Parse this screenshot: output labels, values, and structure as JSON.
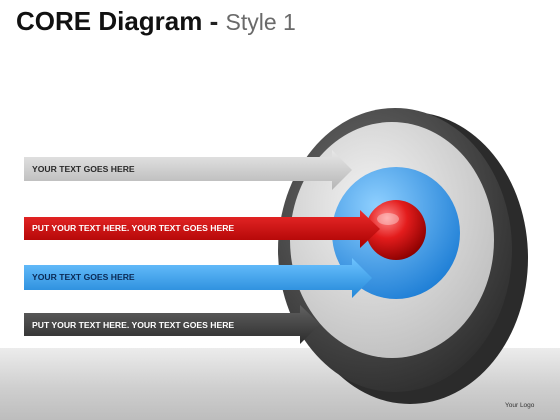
{
  "title": {
    "main": "CORE Diagram",
    "separator": "-",
    "subtitle": "Style 1"
  },
  "arrows": [
    {
      "label": "YOUR TEXT GOES HERE",
      "color": "#c8c8c8",
      "text_color": "#2a2a2a"
    },
    {
      "label": "PUT YOUR TEXT HERE. YOUR TEXT GOES HERE",
      "color": "#d10a0a",
      "text_color": "#ffffff"
    },
    {
      "label": "YOUR TEXT GOES HERE",
      "color": "#3aa6ee",
      "text_color": "#0b2a55"
    },
    {
      "label": "PUT YOUR TEXT HERE. YOUR TEXT GOES HERE",
      "color": "#4a4a4a",
      "text_color": "#ffffff"
    }
  ],
  "target": {
    "outer_ring": "#4d4d4d",
    "middle_ring": "#d8d8d8",
    "inner_ring": "#3d9be8",
    "core": "#e31c1c"
  },
  "logo": "Your Logo"
}
